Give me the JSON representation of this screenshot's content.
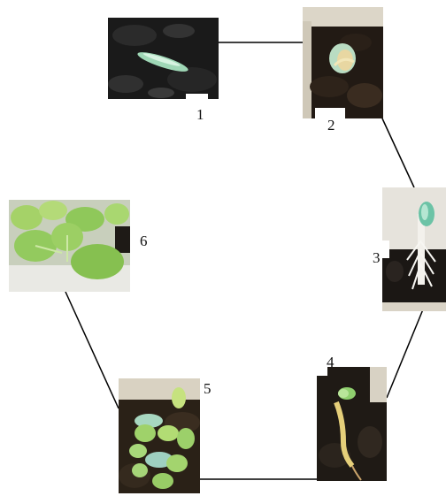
{
  "diagram": {
    "stages": [
      {
        "label": "1",
        "image": "seed-on-soil-photo"
      },
      {
        "label": "2",
        "image": "germinating-seed-photo"
      },
      {
        "label": "3",
        "image": "radicle-emerging-photo"
      },
      {
        "label": "4",
        "image": "seedling-hypocotyl-photo"
      },
      {
        "label": "5",
        "image": "cotyledons-opening-photo"
      },
      {
        "label": "6",
        "image": "young-leaves-photo"
      }
    ],
    "connections": [
      [
        "1",
        "2"
      ],
      [
        "2",
        "3"
      ],
      [
        "3",
        "4"
      ],
      [
        "4",
        "5"
      ],
      [
        "5",
        "6"
      ]
    ]
  }
}
